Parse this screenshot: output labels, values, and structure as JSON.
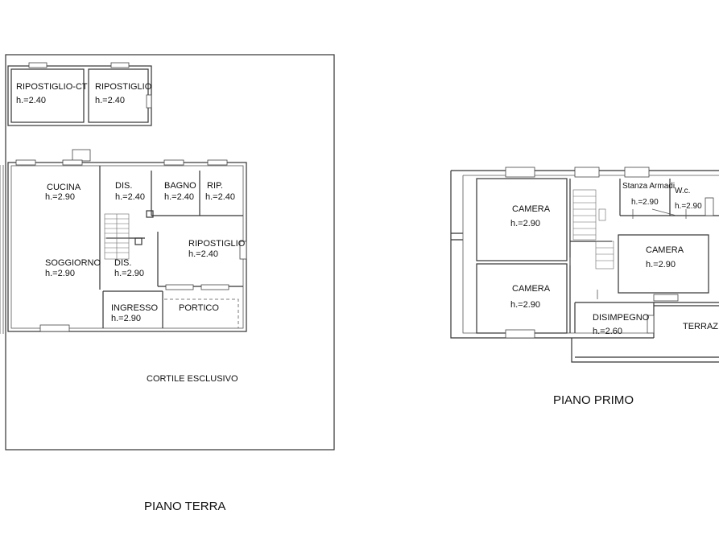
{
  "ground_floor": {
    "title": "PIANO TERRA",
    "courtyard": "CORTILE ESCLUSIVO",
    "rooms": [
      {
        "name": "RIPOSTIGLIO-CT",
        "height": "h.=2.40"
      },
      {
        "name": "RIPOSTIGLIO",
        "height": "h.=2.40"
      },
      {
        "name": "CUCINA",
        "height": "h.=2.90"
      },
      {
        "name": "DIS.",
        "height": "h.=2.40"
      },
      {
        "name": "BAGNO",
        "height": "h.=2.40"
      },
      {
        "name": "RIP.",
        "height": "h.=2.40"
      },
      {
        "name": "RIPOSTIGLIO",
        "height": "h.=2.40"
      },
      {
        "name": "SOGGIORNO",
        "height": "h.=2.90"
      },
      {
        "name": "DIS.",
        "height": "h.=2.90"
      },
      {
        "name": "INGRESSO",
        "height": "h.=2.90"
      },
      {
        "name": "PORTICO",
        "height": ""
      }
    ]
  },
  "first_floor": {
    "title": "PIANO PRIMO",
    "terrace": "TERRAZ",
    "rooms": [
      {
        "name": "CAMERA",
        "height": "h.=2.90"
      },
      {
        "name": "CAMERA",
        "height": "h.=2.90"
      },
      {
        "name": "Stanza Armadi",
        "height": "h.=2.90"
      },
      {
        "name": "W.c.",
        "height": "h.=2.90"
      },
      {
        "name": "CAMERA",
        "height": "h.=2.90"
      },
      {
        "name": "DISIMPEGNO",
        "height": "h.=2.60"
      }
    ]
  }
}
